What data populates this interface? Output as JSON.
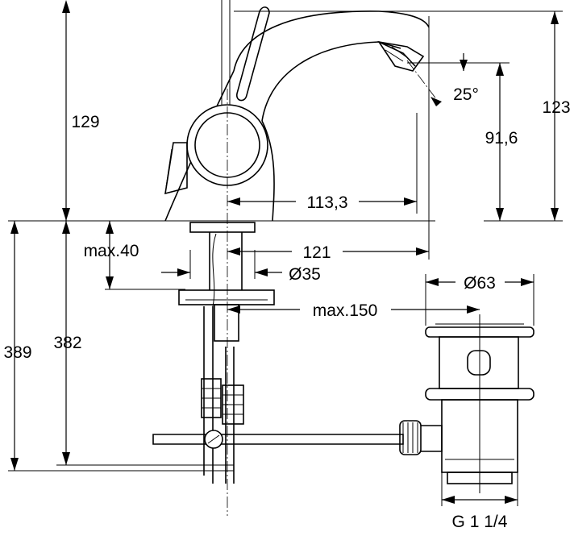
{
  "dimensions": {
    "height_spout": "129",
    "height_total": "123",
    "height_outlet": "91,6",
    "spout_angle": "25°",
    "reach_inner": "113,3",
    "reach_outer": "121",
    "max_deck": "max.40",
    "hole_diameter": "Ø35",
    "max_hose": "max.150",
    "waste_diameter": "Ø63",
    "height_389": "389",
    "height_382": "382",
    "thread": "G 1 1/4"
  }
}
